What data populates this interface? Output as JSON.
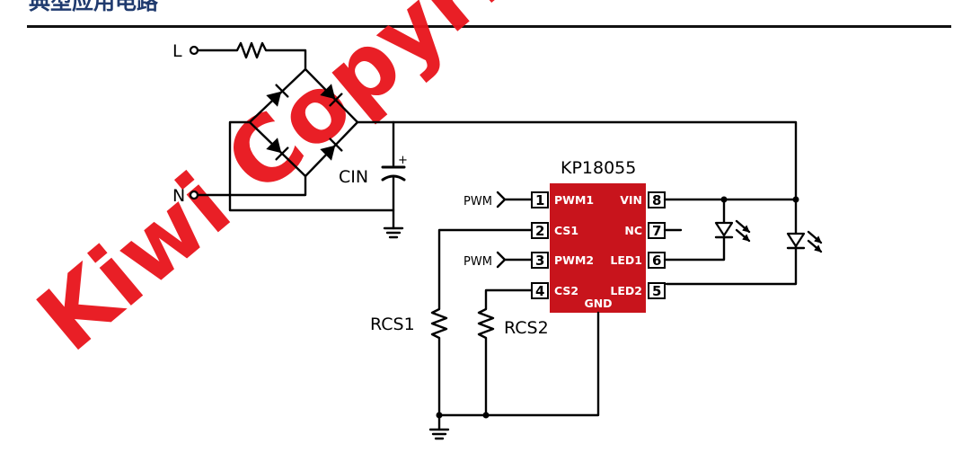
{
  "title": "典型应用电路",
  "colors": {
    "chip": "#c8141c",
    "watermark": "#e8141b",
    "title": "#1f3a6e"
  },
  "watermark": "Kiwi Copyright",
  "terminals": {
    "line": "L",
    "neutral": "N"
  },
  "capacitor": {
    "name": "CIN",
    "polarity": "+"
  },
  "chip": {
    "name": "KP18055",
    "gnd_label": "GND",
    "pins": [
      {
        "num": "1",
        "label": "PWM1"
      },
      {
        "num": "2",
        "label": "CS1"
      },
      {
        "num": "3",
        "label": "PWM2"
      },
      {
        "num": "4",
        "label": "CS2"
      },
      {
        "num": "5",
        "label": "LED2"
      },
      {
        "num": "6",
        "label": "LED1"
      },
      {
        "num": "7",
        "label": "NC"
      },
      {
        "num": "8",
        "label": "VIN"
      }
    ]
  },
  "inputs": {
    "pwm1": "PWM",
    "pwm2": "PWM"
  },
  "resistors": {
    "rcs1": "RCS1",
    "rcs2": "RCS2"
  }
}
